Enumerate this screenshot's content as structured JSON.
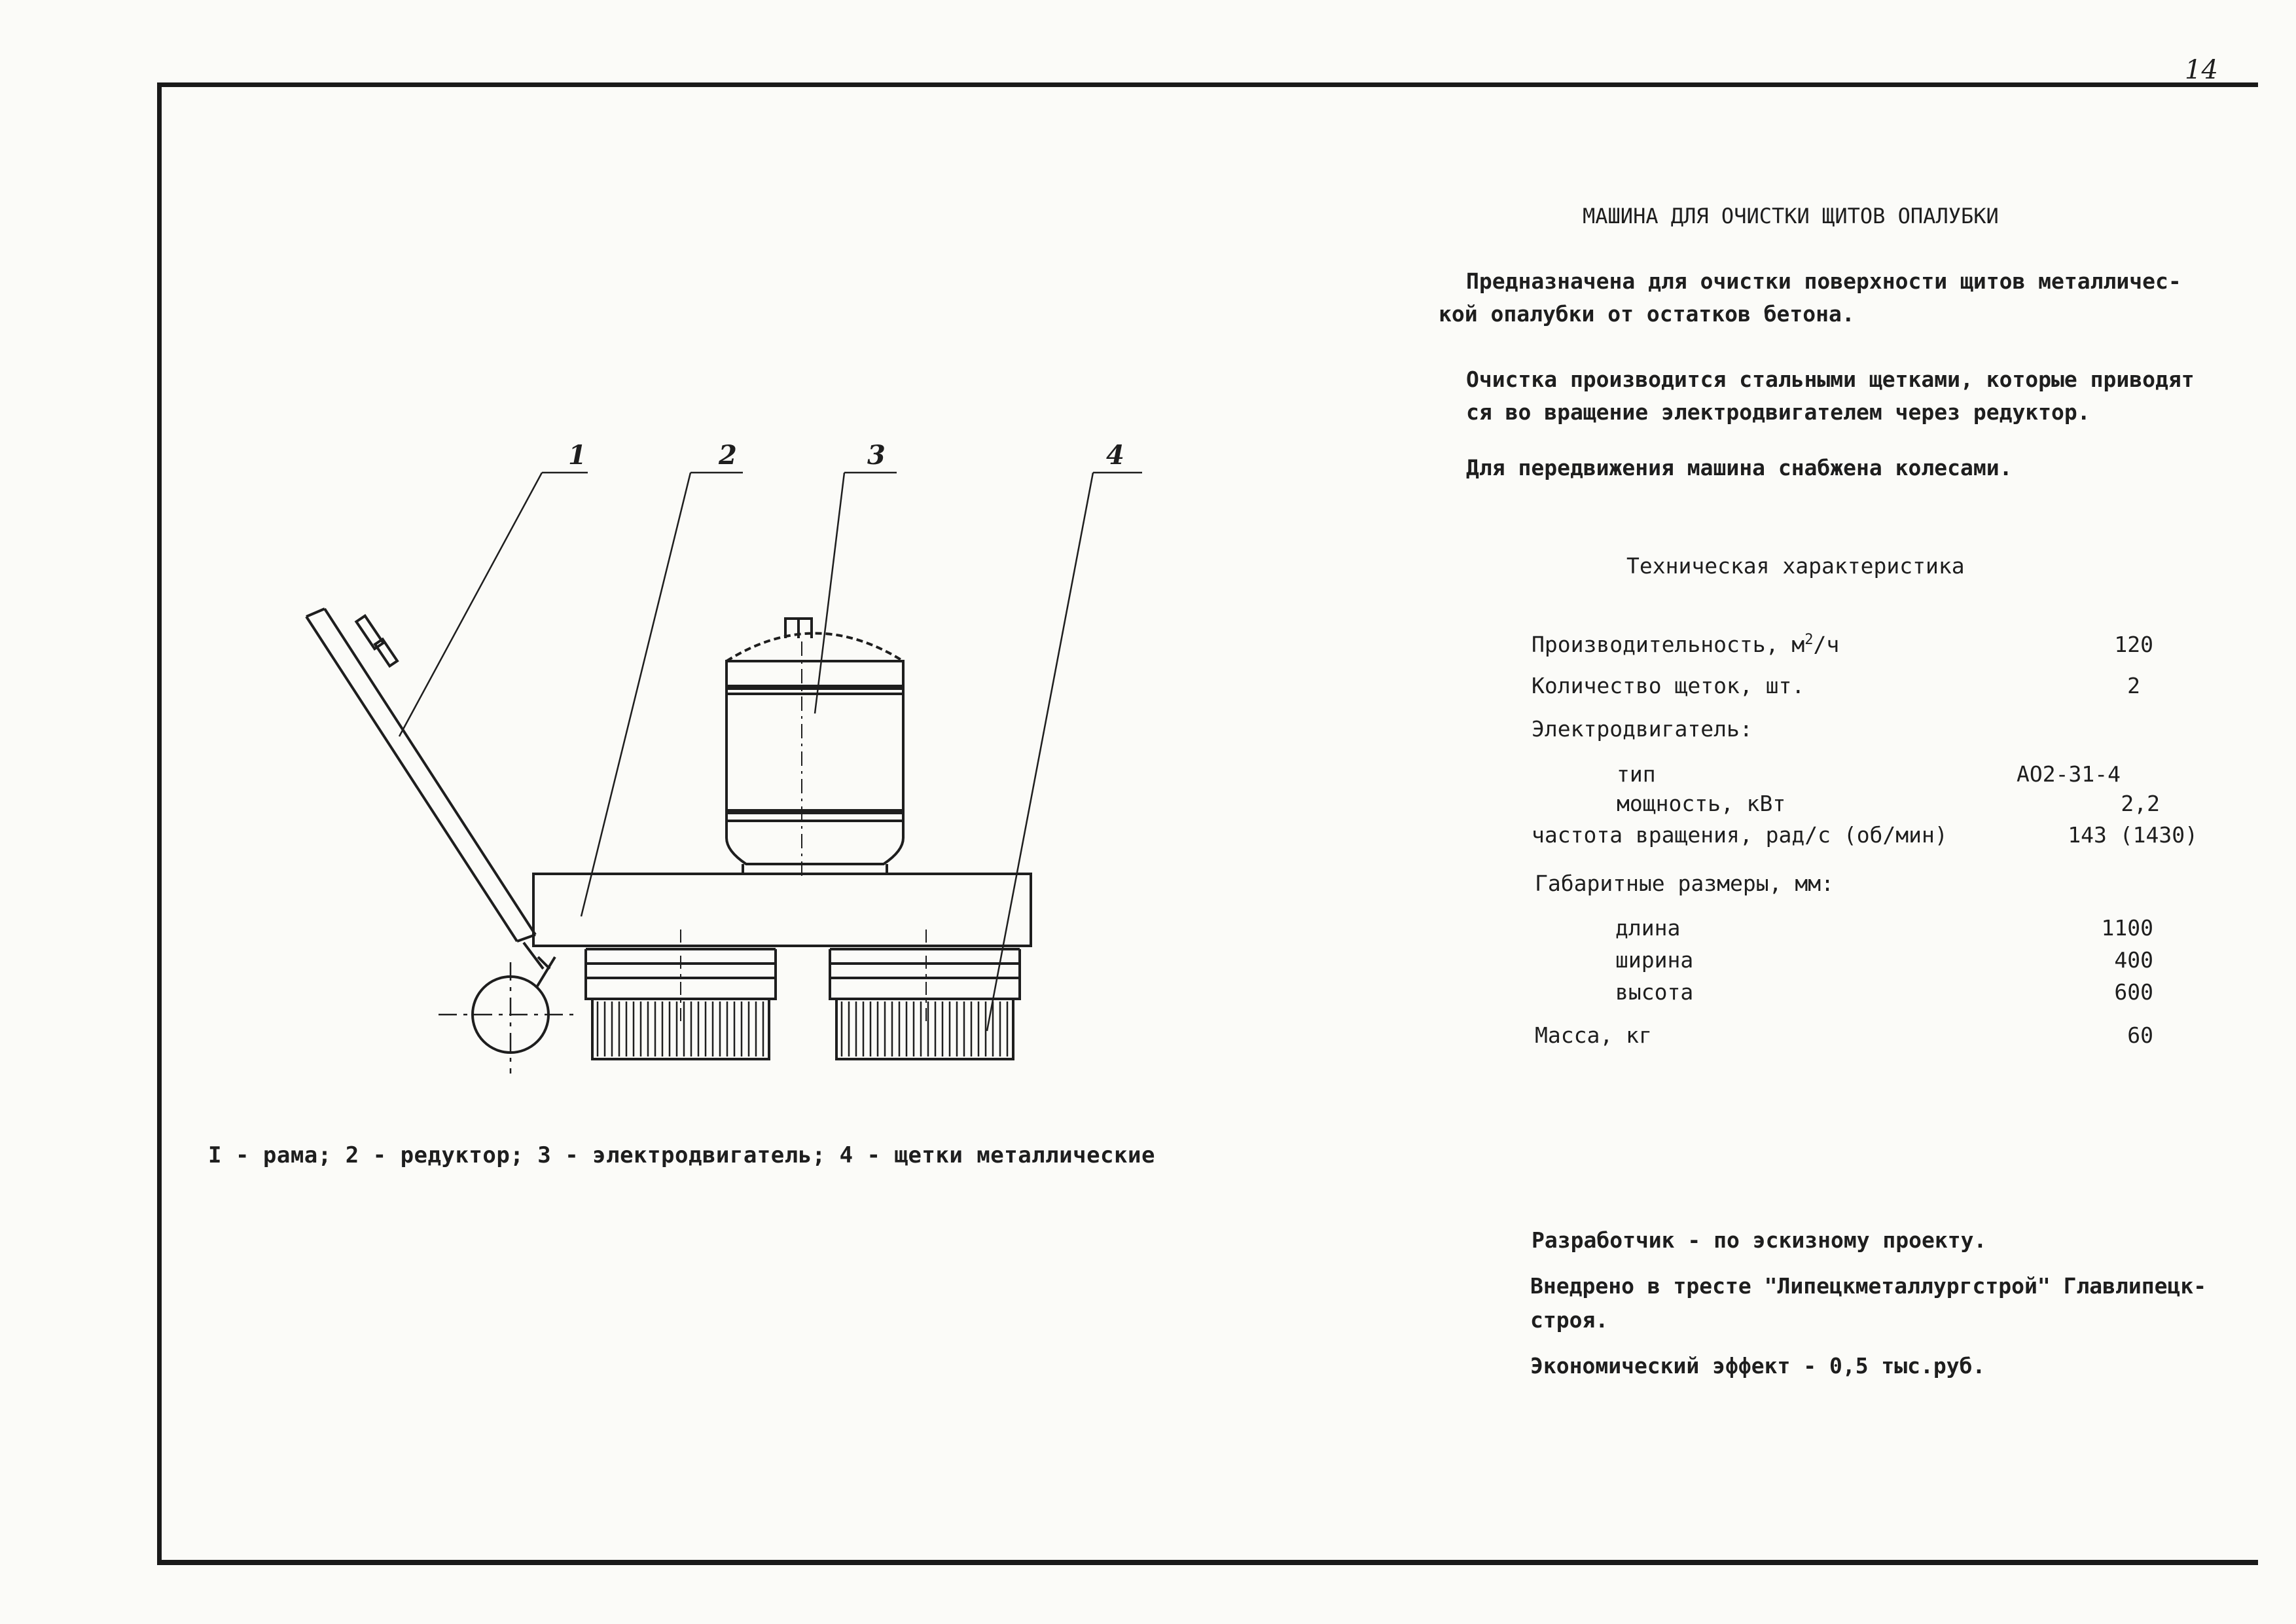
{
  "page_number": "14",
  "title": "МАШИНА ДЛЯ ОЧИСТКИ ЩИТОВ ОПАЛУБКИ",
  "description": {
    "p1_line1": "Предназначена для очистки поверхности щитов металличес-",
    "p1_line2": "кой опалубки от остатков бетона.",
    "p2_line1": "Очистка производится стальными щетками, которые приводят",
    "p2_line2": "ся во вращение электродвигателем через редуктор.",
    "p3": "Для передвижения машина снабжена колесами."
  },
  "specs": {
    "heading": "Техническая характеристика",
    "productivity_label": "Производительность, м",
    "productivity_unit_sup": "2",
    "productivity_unit_tail": "/ч",
    "productivity_value": "120",
    "brushes_label": "Количество щеток, шт.",
    "brushes_value": "2",
    "motor_label": "Электродвигатель:",
    "type_label": "тип",
    "type_value": "АО2-31-4",
    "power_label": "мощность, кВт",
    "power_value": "2,2",
    "rpm_label": "частота вращения, рад/с (об/мин)",
    "rpm_value": "143 (1430)",
    "dims_label": "Габаритные размеры, мм:",
    "length_label": "длина",
    "length_value": "1100",
    "width_label": "ширина",
    "width_value": "400",
    "height_label": "высота",
    "height_value": "600",
    "mass_label": "Масса, кг",
    "mass_value": "60"
  },
  "footer": {
    "developer": "Разработчик - по эскизному проекту.",
    "implemented_line1": "Внедрено в тресте \"Липецкметаллургстрой\" Главлипецк-",
    "implemented_line2": "строя.",
    "effect": "Экономический эффект - 0,5 тыс.руб."
  },
  "drawing": {
    "callouts": [
      "1",
      "2",
      "3",
      "4"
    ],
    "legend": "I - рама;  2 - редуктор;  3 - электродвигатель;  4 - щетки металлические"
  }
}
